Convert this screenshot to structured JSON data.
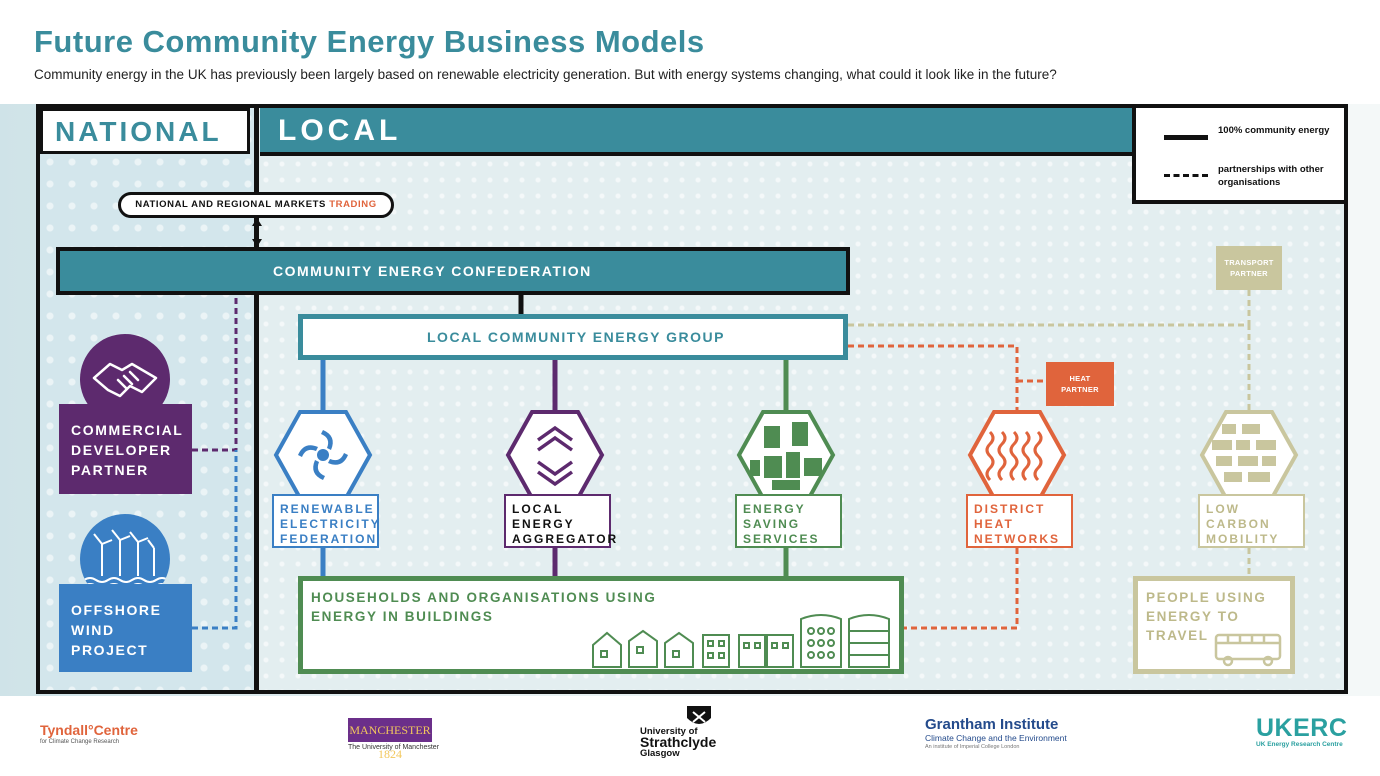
{
  "title": "Future Community Energy Business Models",
  "subtitle": "Community energy in the UK has previously been largely based on renewable electricity generation. But with energy systems changing, what could it look like in the future?",
  "sections": {
    "national": "NATIONAL",
    "local": "LOCAL"
  },
  "legend": {
    "solid": "100% community energy",
    "dashed": "partnerships with other organisations"
  },
  "markets": {
    "label": "NATIONAL AND REGIONAL MARKETS",
    "accent": "TRADING"
  },
  "confederation": "COMMUNITY ENERGY CONFEDERATION",
  "local_group": "LOCAL COMMUNITY ENERGY GROUP",
  "national_nodes": [
    {
      "label_lines": [
        "COMMERCIAL",
        "DEVELOPER",
        "PARTNER"
      ],
      "color": "#5d2a6e",
      "icon": "handshake-icon"
    },
    {
      "label_lines": [
        "OFFSHORE",
        "WIND",
        "PROJECT"
      ],
      "color": "#3a7fc4",
      "icon": "wind-turbine-icon"
    }
  ],
  "services": [
    {
      "label_lines": [
        "RENEWABLE",
        "ELECTRICITY",
        "FEDERATION"
      ],
      "color": "#3a7fc4",
      "icon": "renewable-swirl-icon"
    },
    {
      "label_lines": [
        "LOCAL",
        "ENERGY",
        "AGGREGATOR"
      ],
      "color": "#5d2a6e",
      "icon": "layers-icon"
    },
    {
      "label_lines": [
        "ENERGY",
        "SAVING",
        "SERVICES"
      ],
      "color": "#4f8c52",
      "icon": "buildings-icon"
    },
    {
      "label_lines": [
        "DISTRICT",
        "HEAT",
        "NETWORKS"
      ],
      "color": "#e0643c",
      "icon": "heat-waves-icon"
    },
    {
      "label_lines": [
        "LOW",
        "CARBON",
        "MOBILITY"
      ],
      "color": "#c9c69e",
      "icon": "vehicles-icon"
    }
  ],
  "partners": {
    "heat": [
      "HEAT",
      "PARTNER"
    ],
    "transport": [
      "TRANSPORT",
      "PARTNER"
    ]
  },
  "households_lines": [
    "HOUSEHOLDS AND ORGANISATIONS USING",
    "ENERGY IN BUILDINGS"
  ],
  "people_lines": [
    "PEOPLE USING",
    "ENERGY TO",
    "TRAVEL"
  ],
  "logos": {
    "tyndall": "Tyndall°Centre",
    "tyndall_sub": "for Climate Change Research",
    "manchester": "MANCHESTER 1824",
    "manchester_sub": "The University of Manchester",
    "strathclyde_top": "University of",
    "strathclyde_name": "Strathclyde",
    "strathclyde_city": "Glasgow",
    "grantham": "Grantham Institute",
    "grantham_sub": "Climate Change and the Environment",
    "grantham_sub2": "An institute of Imperial College London",
    "ukerc": "UKERC",
    "ukerc_sub": "UK Energy Research Centre"
  },
  "colors": {
    "teal": "#3a8c9c",
    "purple": "#5d2a6e",
    "blue": "#3a7fc4",
    "green": "#4f8c52",
    "orange": "#e0643c",
    "khaki": "#c9c69e"
  }
}
